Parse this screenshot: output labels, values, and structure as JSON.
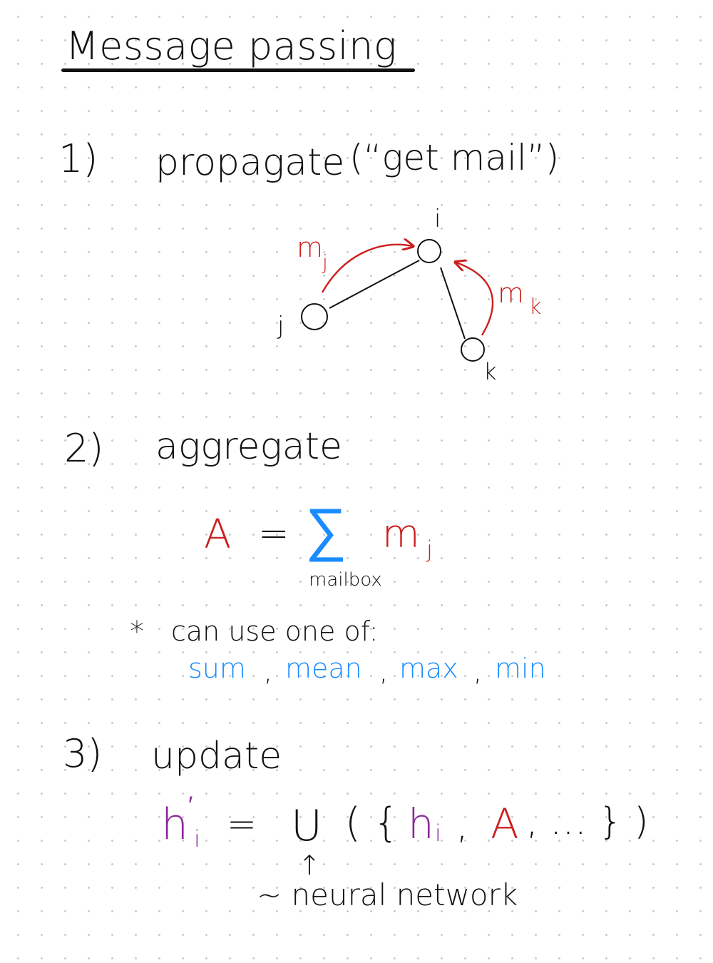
{
  "title": "Message passing",
  "steps": [
    {
      "number": "1)",
      "label": "propagate",
      "note": "(“get mail”)"
    },
    {
      "number": "2)",
      "label": "aggregate"
    },
    {
      "number": "3)",
      "label": "update"
    }
  ],
  "graph": {
    "nodes": {
      "i": "i",
      "j": "j",
      "k": "k"
    },
    "messages": {
      "m_j": "m",
      "m_j_sub": "j",
      "m_k": "m",
      "m_k_sub": "k"
    }
  },
  "aggregate_formula": {
    "lhs": "A",
    "equals": "=",
    "sigma": "∑",
    "sigma_subscript": "mailbox",
    "term": "m",
    "term_sub": "j"
  },
  "aggregate_note": {
    "bullet": "*",
    "text": "can use one of:",
    "options": [
      "sum",
      "mean",
      "max",
      "min"
    ],
    "separator": ","
  },
  "update_formula": {
    "lhs": "h",
    "lhs_sup": "′",
    "lhs_sub": "i",
    "equals": "=",
    "func": "U",
    "open": "( {",
    "arg1": "h",
    "arg1_sub": "i",
    "comma": ",",
    "arg2": "A",
    "rest": ", … } )",
    "arrow": "↑",
    "annotation": "~ neural network"
  },
  "colors": {
    "ink": "#111111",
    "red": "#cc1f1f",
    "blue": "#1a8cff",
    "purple": "#8a2a9a"
  }
}
